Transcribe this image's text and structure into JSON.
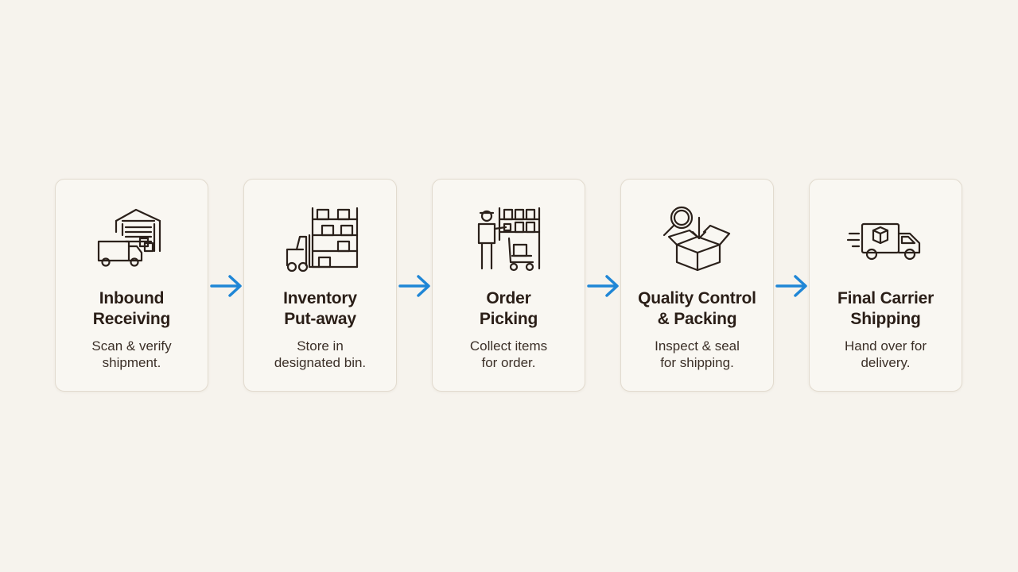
{
  "steps": [
    {
      "icon": "warehouse-truck-icon",
      "title": [
        "Inbound",
        "Receiving"
      ],
      "desc": [
        "Scan & verify",
        "shipment."
      ]
    },
    {
      "icon": "forklift-shelving-icon",
      "title": [
        "Inventory",
        "Put-away"
      ],
      "desc": [
        "Store in",
        "designated bin."
      ]
    },
    {
      "icon": "picker-cart-icon",
      "title": [
        "Order",
        "Picking"
      ],
      "desc": [
        "Collect items",
        "for order."
      ]
    },
    {
      "icon": "magnifier-box-icon",
      "title": [
        "Quality Control",
        "& Packing"
      ],
      "desc": [
        "Inspect & seal",
        "for shipping."
      ]
    },
    {
      "icon": "delivery-truck-icon",
      "title": [
        "Final Carrier",
        "Shipping"
      ],
      "desc": [
        "Hand over for",
        "delivery."
      ]
    }
  ],
  "colors": {
    "background": "#f6f3ed",
    "card": "#f9f7f2",
    "card_border": "#e2dbcf",
    "text": "#2a1e17",
    "arrow": "#1f86d6",
    "icon_stroke": "#2b211b"
  }
}
